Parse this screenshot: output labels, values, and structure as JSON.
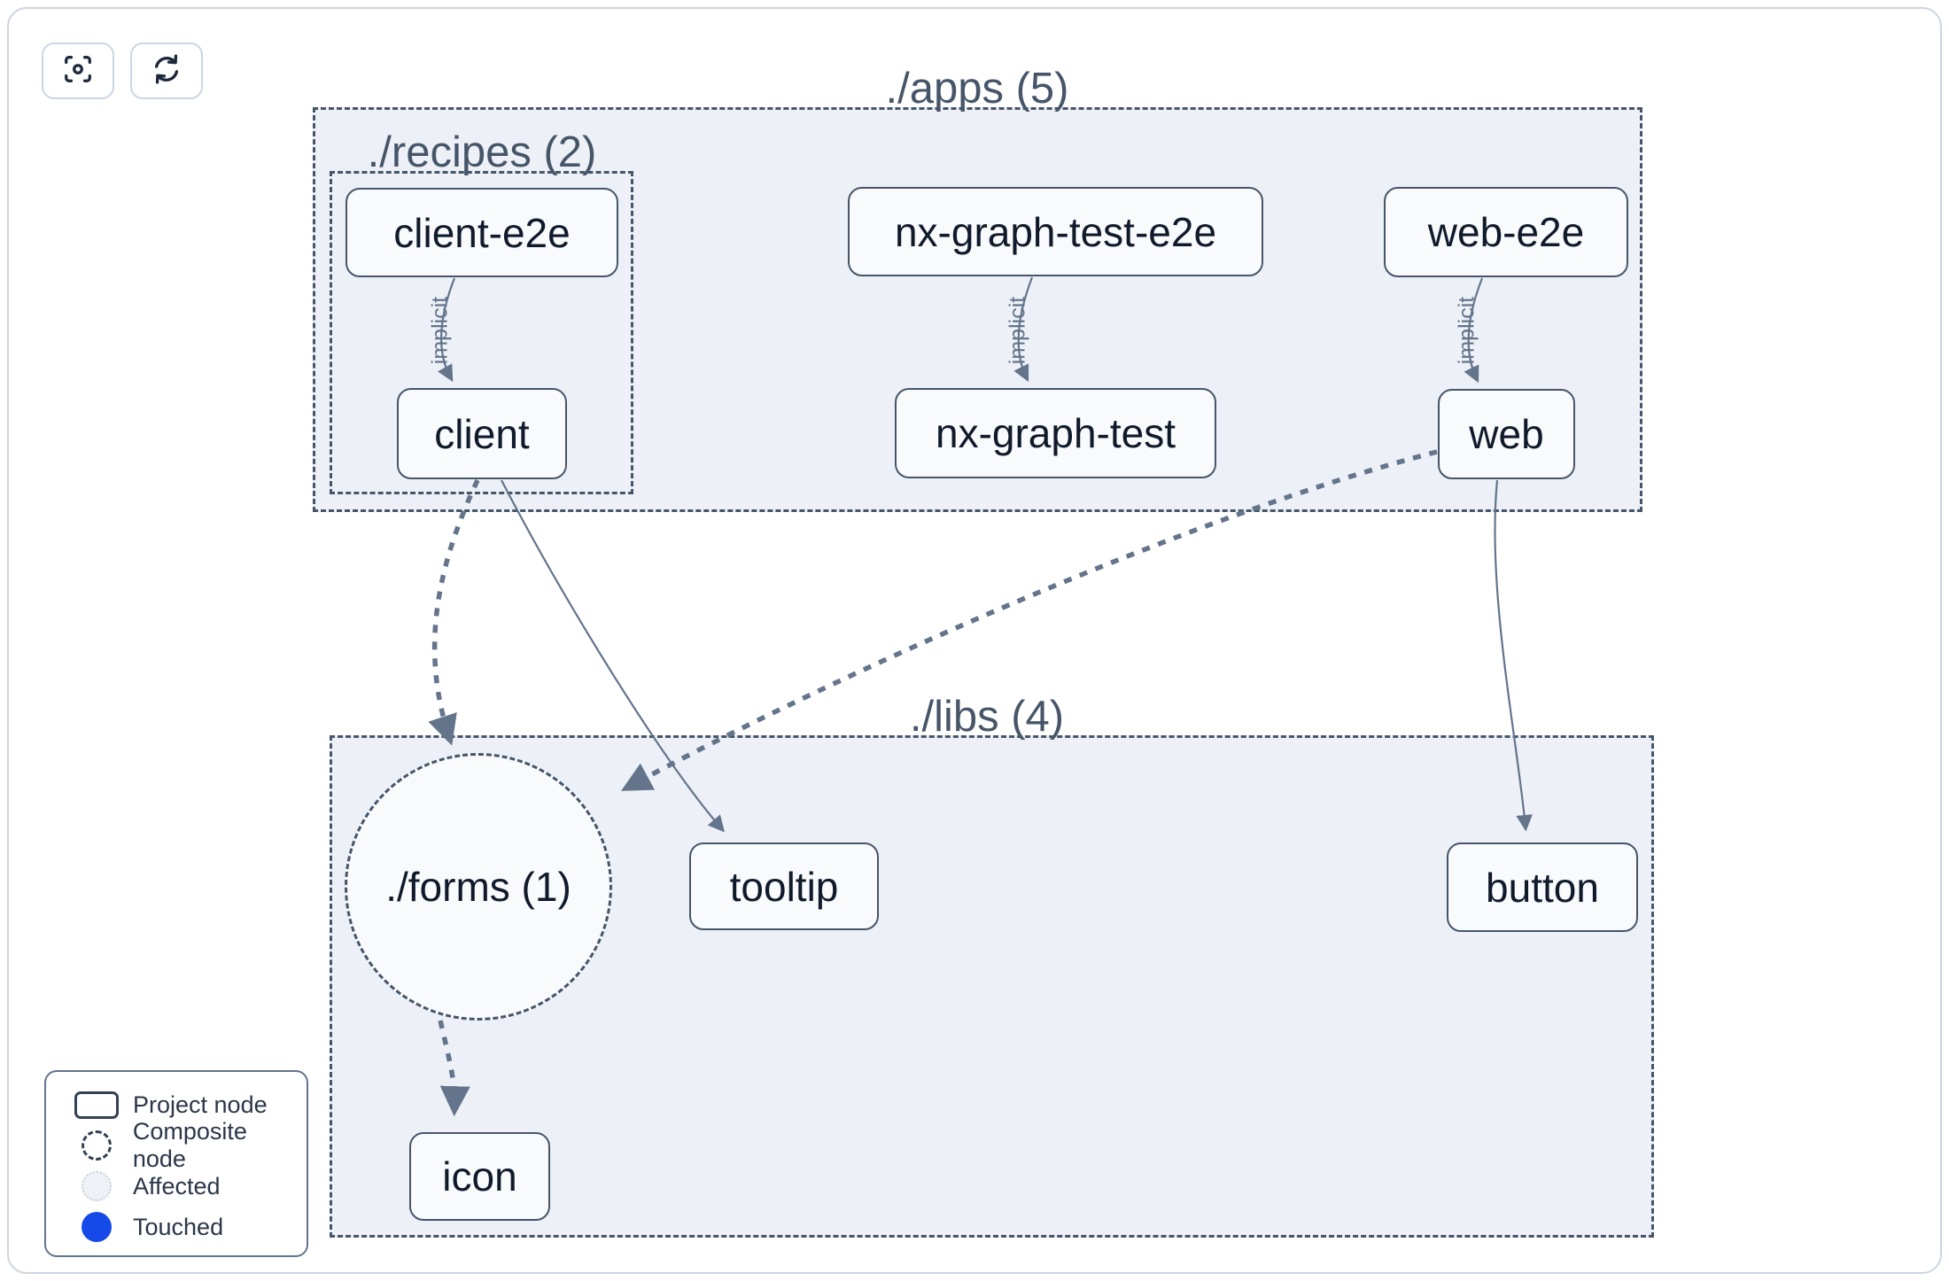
{
  "toolbar": {
    "buttons": [
      {
        "icon": "focus-icon"
      },
      {
        "icon": "refresh-icon"
      }
    ]
  },
  "groups": {
    "apps": {
      "label": "./apps (5)"
    },
    "recipes": {
      "label": "./recipes (2)"
    },
    "libs": {
      "label": "./libs (4)"
    },
    "forms": {
      "label": "./forms (1)"
    }
  },
  "nodes": {
    "client_e2e": {
      "label": "client-e2e"
    },
    "client": {
      "label": "client"
    },
    "nx_graph_test_e2e": {
      "label": "nx-graph-test-e2e"
    },
    "nx_graph_test": {
      "label": "nx-graph-test"
    },
    "web_e2e": {
      "label": "web-e2e"
    },
    "web": {
      "label": "web"
    },
    "tooltip": {
      "label": "tooltip"
    },
    "button": {
      "label": "button"
    },
    "icon": {
      "label": "icon"
    }
  },
  "edges": [
    {
      "source": "client-e2e",
      "target": "client",
      "type": "implicit",
      "label": "implicit"
    },
    {
      "source": "nx-graph-test-e2e",
      "target": "nx-graph-test",
      "type": "implicit",
      "label": "implicit"
    },
    {
      "source": "web-e2e",
      "target": "web",
      "type": "implicit",
      "label": "implicit"
    },
    {
      "source": "client",
      "target": "./forms (1)",
      "type": "composite-dashed",
      "label": ""
    },
    {
      "source": "web",
      "target": "./forms (1)",
      "type": "composite-dashed",
      "label": ""
    },
    {
      "source": "./forms (1)",
      "target": "icon",
      "type": "composite-dashed",
      "label": ""
    },
    {
      "source": "client",
      "target": "tooltip",
      "type": "direct",
      "label": ""
    },
    {
      "source": "web",
      "target": "button",
      "type": "direct",
      "label": ""
    }
  ],
  "legend": {
    "items": [
      {
        "icon": "project-node-icon",
        "label": "Project node"
      },
      {
        "icon": "composite-node-icon",
        "label": "Composite node"
      },
      {
        "icon": "affected-icon",
        "label": "Affected"
      },
      {
        "icon": "touched-icon",
        "label": "Touched"
      }
    ]
  },
  "colors": {
    "group_fill": "#edf1f7",
    "node_fill": "#f8fafc",
    "border": "#475569",
    "edge": "#64748b",
    "node_text": "#111a2b",
    "touched": "#1549e8",
    "card_border": "#ccd5e2"
  }
}
